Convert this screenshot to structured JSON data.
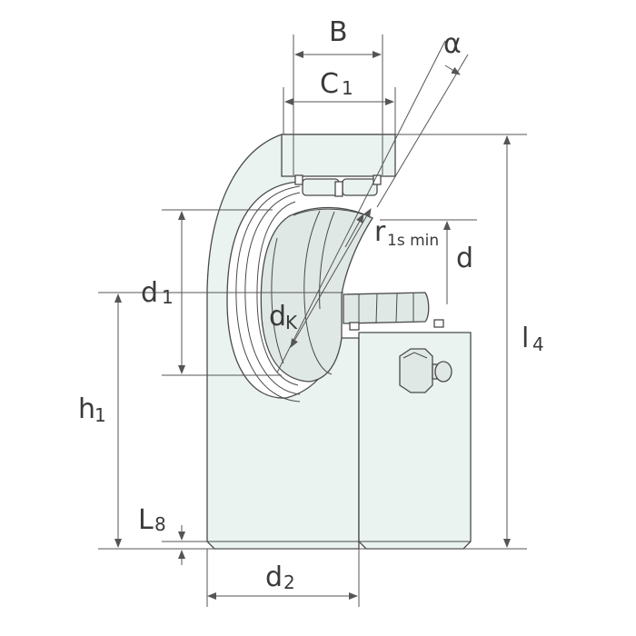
{
  "colors": {
    "housing_fill": "#eaf3f0",
    "inner_fill": "#dfe8e5",
    "line": "#4a4a4a",
    "text": "#3a3a3a"
  },
  "labels": {
    "B": "B",
    "C1": "C",
    "C1_sub": "1",
    "alpha": "α",
    "r1s": "r",
    "r1s_sub": "1s min",
    "d": "d",
    "d1": "d",
    "d1_sub": "1",
    "dK": "d",
    "dK_sub": "K",
    "l4": "l",
    "l4_sub": "4",
    "h1": "h",
    "h1_sub": "1",
    "L8": "L",
    "L8_sub": "8",
    "d2": "d",
    "d2_sub": "2"
  }
}
